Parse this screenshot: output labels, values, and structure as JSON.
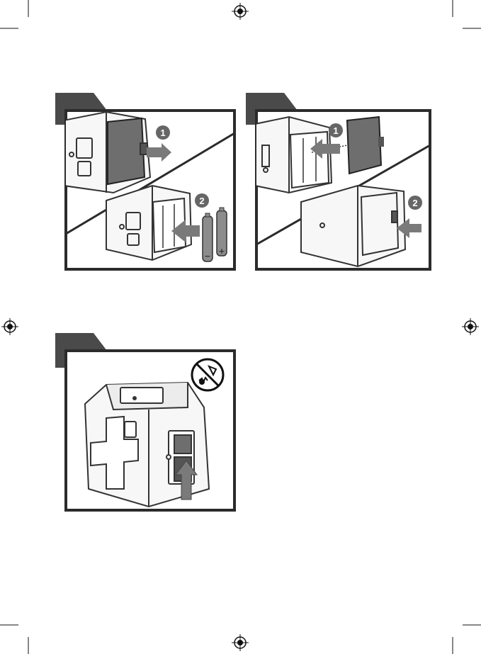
{
  "colors": {
    "frame": "#2b2b2b",
    "tab": "#4a4a4a",
    "marker": "#666666",
    "device_fill": "#f7f7f7",
    "device_line": "#333333",
    "cover_fill": "#6e6e6e",
    "arrow": "#7a7a7a",
    "battery": "#8c8c8c"
  },
  "panels": [
    {
      "name": "panel-open-battery",
      "markers": [
        "1",
        "2"
      ],
      "illustrations": [
        "battery-cover-removal",
        "battery-insertion"
      ],
      "battery_symbols": [
        "+",
        "−"
      ]
    },
    {
      "name": "panel-close-battery",
      "markers": [
        "1",
        "2"
      ],
      "illustrations": [
        "cover-attach",
        "latch-press"
      ]
    },
    {
      "name": "panel-power-switch",
      "icons": [
        "laser-warning-icon"
      ],
      "illustrations": [
        "switch-slide-up"
      ]
    }
  ],
  "page_marks": [
    "registration-mark",
    "crop-mark"
  ]
}
